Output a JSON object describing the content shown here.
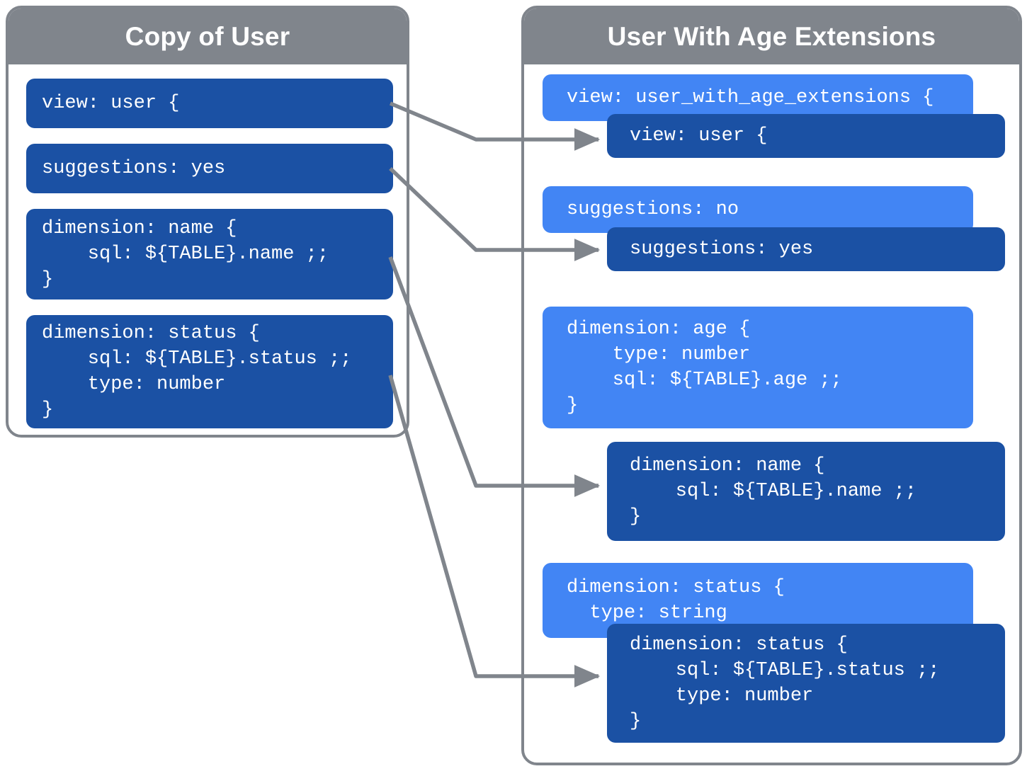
{
  "colors": {
    "header_gray": "#80858c",
    "dark_blue": "#1b51a4",
    "light_blue": "#4285f4",
    "arrow_gray": "#80858c",
    "background": "#ffffff"
  },
  "panels": {
    "left": {
      "title": "Copy of User",
      "blocks": [
        {
          "name": "view-declaration",
          "style": "dark",
          "code": "view: user {"
        },
        {
          "name": "suggestions-parameter",
          "style": "dark",
          "code": "suggestions: yes"
        },
        {
          "name": "dimension-name",
          "style": "dark",
          "code": "dimension: name {\n    sql: ${TABLE}.name ;;\n}"
        },
        {
          "name": "dimension-status",
          "style": "dark",
          "code": "dimension: status {\n    sql: ${TABLE}.status ;;\n    type: number\n}"
        }
      ]
    },
    "right": {
      "title": "User With Age Extensions",
      "blocks": [
        {
          "name": "view-declaration-extension",
          "style": "light",
          "code": "view: user_with_age_extensions {"
        },
        {
          "name": "view-declaration-base",
          "style": "dark",
          "code": "view: user {"
        },
        {
          "name": "suggestions-parameter-extension",
          "style": "light",
          "code": "suggestions: no"
        },
        {
          "name": "suggestions-parameter-base",
          "style": "dark",
          "code": "suggestions: yes"
        },
        {
          "name": "dimension-age-extension",
          "style": "light",
          "code": "dimension: age {\n    type: number\n    sql: ${TABLE}.age ;;\n}"
        },
        {
          "name": "dimension-name-base",
          "style": "dark",
          "code": "dimension: name {\n    sql: ${TABLE}.name ;;\n}"
        },
        {
          "name": "dimension-status-extension",
          "style": "light",
          "code": "dimension: status {\n  type: string"
        },
        {
          "name": "dimension-status-base",
          "style": "dark",
          "code": "dimension: status {\n    sql: ${TABLE}.status ;;\n    type: number\n}"
        }
      ]
    }
  },
  "connections": [
    {
      "name": "connector-view",
      "from": "view-declaration",
      "to": "view-declaration-base"
    },
    {
      "name": "connector-suggestions",
      "from": "suggestions-parameter",
      "to": "suggestions-parameter-base"
    },
    {
      "name": "connector-dimension-name",
      "from": "dimension-name",
      "to": "dimension-name-base"
    },
    {
      "name": "connector-dimension-status",
      "from": "dimension-status",
      "to": "dimension-status-base"
    }
  ]
}
